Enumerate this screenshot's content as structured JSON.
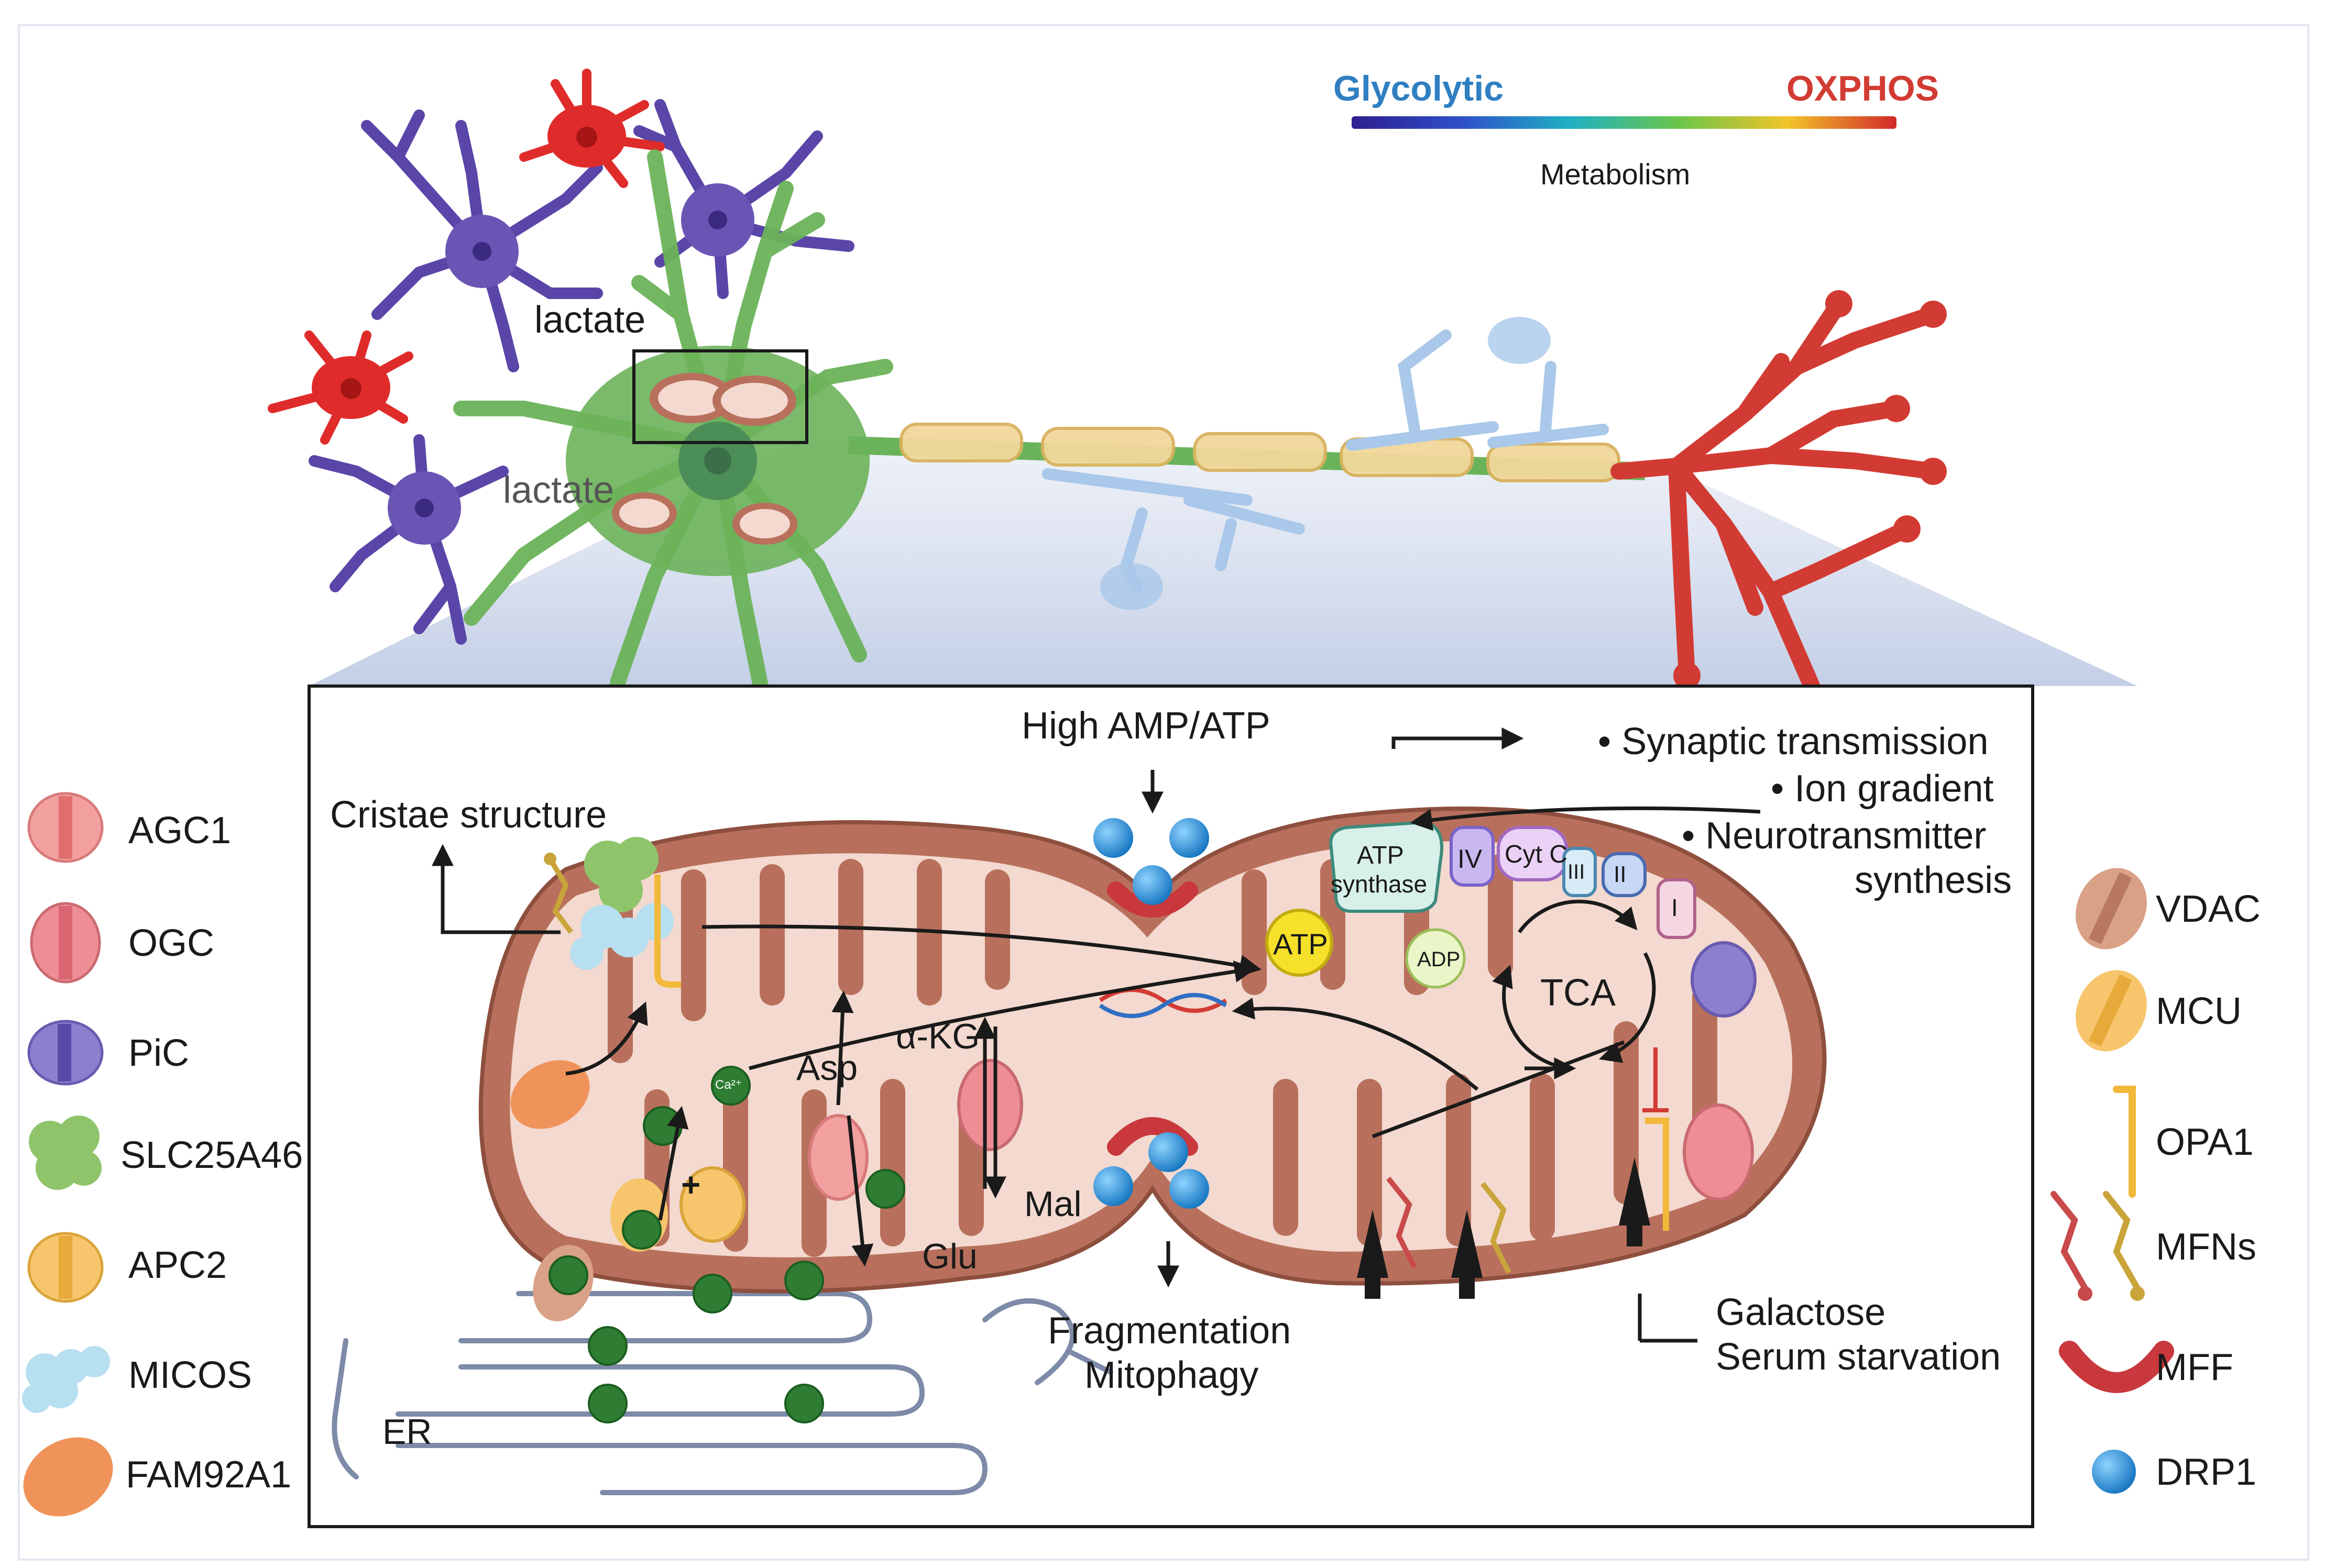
{
  "metabolism_scale": {
    "left_label": "Glycolytic",
    "right_label": "OXPHOS",
    "caption": "Metabolism",
    "left_color": "#2f7fc1",
    "right_color": "#d23b33"
  },
  "neuron_labels": {
    "lactate_top": "lactate",
    "lactate_bottom": "lactate"
  },
  "inset_labels": {
    "high_amp": "High AMP/ATP",
    "cristae": "Cristae structure",
    "asp": "Asp",
    "akg": "α-KG",
    "mal": "Mal",
    "glu": "Glu",
    "er": "ER",
    "fragmentation": "Fragmentation",
    "mitophagy": "Mitophagy",
    "galactose": "Galactose",
    "serum": "Serum starvation",
    "atp_synthase_1": "ATP",
    "atp_synthase_2": "synthase",
    "atp": "ATP",
    "adp": "ADP",
    "tca": "TCA",
    "complex_iv": "IV",
    "cyt_c": "Cyt C",
    "complex_iii": "III",
    "complex_ii": "II",
    "complex_i": "I",
    "ca": "Ca²⁺",
    "plus": "+"
  },
  "outcomes": [
    "Synaptic transmission",
    "Ion gradient",
    "Neurotransmitter",
    "synthesis"
  ],
  "legend_left": [
    {
      "label": "AGC1",
      "icon": "agc1-icon",
      "color": "#f2a0a0"
    },
    {
      "label": "OGC",
      "icon": "ogc-icon",
      "color": "#ee8d94"
    },
    {
      "label": "PiC",
      "icon": "pic-icon",
      "color": "#8d7fd0"
    },
    {
      "label": "SLC25A46",
      "icon": "slc25a46-icon",
      "color": "#8fc46b"
    },
    {
      "label": "APC2",
      "icon": "apc2-icon",
      "color": "#f7c56b"
    },
    {
      "label": "MICOS",
      "icon": "micos-icon",
      "color": "#b6dff0"
    },
    {
      "label": "FAM92A1",
      "icon": "fam92a1-icon",
      "color": "#f0935a"
    }
  ],
  "legend_right": [
    {
      "label": "VDAC",
      "icon": "vdac-icon",
      "color": "#d9a186"
    },
    {
      "label": "MCU",
      "icon": "mcu-icon",
      "color": "#f7c56b"
    },
    {
      "label": "OPA1",
      "icon": "opa1-icon",
      "color": "#f2b83a"
    },
    {
      "label": "MFNs",
      "icon": "mfns-icon",
      "color": "#c94a4a"
    },
    {
      "label": "MFF",
      "icon": "mff-icon",
      "color": "#c8383d"
    },
    {
      "label": "DRP1",
      "icon": "drp1-icon",
      "color": "#2b8fd6"
    }
  ],
  "colors": {
    "neuron_green": "#6bb35a",
    "astro_purple": "#6a55b5",
    "oligo_red": "#e02b2b",
    "axon_red": "#d23b33",
    "myelin": "#f1d89b",
    "synapse_blue": "#a9c8ea",
    "mito_outer": "#b8705c",
    "mito_inner": "#f3d9cf",
    "ca_green": "#2e7d32"
  }
}
